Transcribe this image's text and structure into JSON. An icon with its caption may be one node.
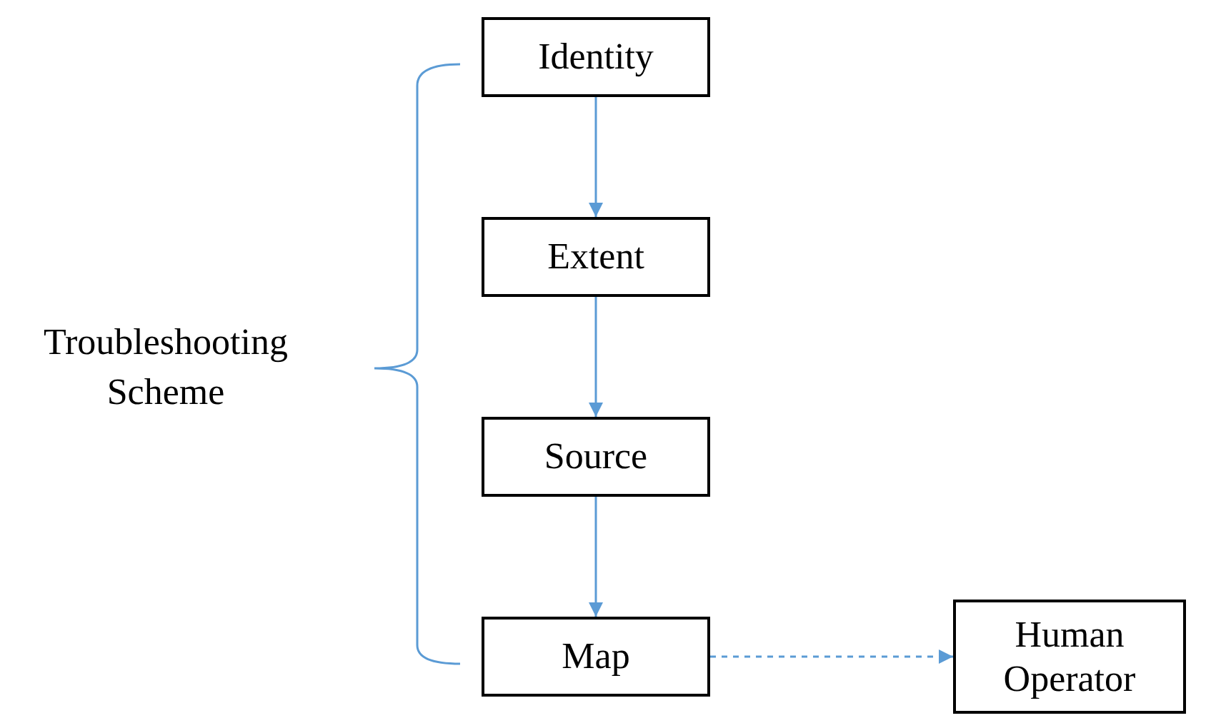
{
  "diagram": {
    "nodes": [
      {
        "text": [
          "Identity"
        ]
      },
      {
        "text": [
          "Extent"
        ]
      },
      {
        "text": [
          "Source"
        ]
      },
      {
        "text": [
          "Map"
        ]
      },
      {
        "text": [
          "Human Operator"
        ]
      }
    ],
    "edges": [
      {
        "from": 0,
        "to": 1,
        "arrow": "to"
      },
      {
        "from": 1,
        "to": 2,
        "arrow": "to"
      },
      {
        "from": 2,
        "to": 3,
        "arrow": "to"
      },
      {
        "from": 3,
        "to": 4,
        "arrow": "to",
        "style": "dashed"
      }
    ],
    "labels": [
      "Troubleshooting Scheme"
    ]
  }
}
